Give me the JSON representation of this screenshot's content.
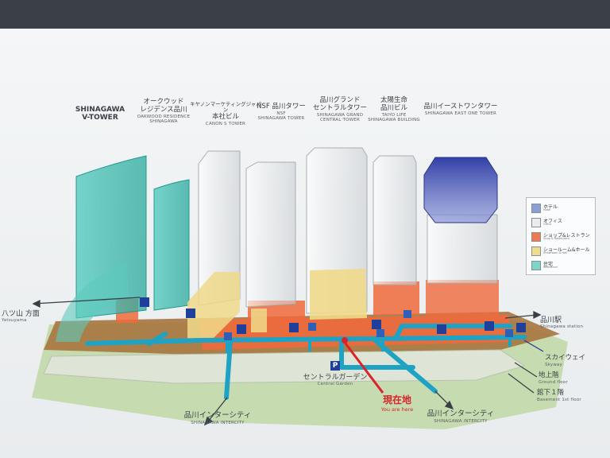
{
  "buildings": {
    "v_tower": {
      "line1": "SHINAGAWA",
      "line2": "V-TOWER"
    },
    "oakwood": {
      "jp1": "オークウッド",
      "jp2": "レジデンス品川",
      "en": "OAKWOOD RESIDENCE SHINAGAWA"
    },
    "canon": {
      "jp1": "キヤノンマーケティングジャパン",
      "jp2": "本社ビル",
      "en": "CANON S TOWER"
    },
    "nsf": {
      "jp": "NSF 品川タワー",
      "en1": "NSF",
      "en2": "SHINAGAWA TOWER"
    },
    "grand_central": {
      "jp1": "品川グランド",
      "jp2": "セントラルタワー",
      "en1": "SHINAGAWA GRAND",
      "en2": "CENTRAL TOWER"
    },
    "taiyo_life": {
      "jp1": "太陽生命",
      "jp2": "品川ビル",
      "en1": "TAIYO LIFE",
      "en2": "SHINAGAWA BUILDING"
    },
    "east_one": {
      "jp": "品川イーストワンタワー",
      "en": "SHINAGAWA EAST ONE TOWER"
    }
  },
  "legend": {
    "items": [
      {
        "jp": "ホテル",
        "en": "Hotel",
        "color": "#8a9fd6"
      },
      {
        "jp": "オフィス",
        "en": "Office",
        "color": "#ececec"
      },
      {
        "jp": "ショップ&レストラン",
        "en": "Shop & Restaurant",
        "color": "#ee7a50"
      },
      {
        "jp": "ショールーム&ホール",
        "en": "Showroom & Hall",
        "color": "#efdc8e"
      },
      {
        "jp": "住宅",
        "en": "Residence",
        "color": "#7fd4ca"
      }
    ]
  },
  "directions": {
    "yatsuyama": {
      "jp": "八ツ山 方面",
      "en": "Yatsuyama"
    },
    "shinagawa_station": {
      "jp": "品川駅",
      "en": "Shinagawa station"
    },
    "skyway": {
      "jp": "スカイウェイ",
      "en": "Skyway"
    },
    "ground_floor": {
      "jp": "地上階",
      "en": "Ground floor"
    },
    "basement": {
      "jp": "館下１階",
      "en": "Basement 1st floor"
    },
    "intercity_left": {
      "jp": "品川インターシティ",
      "en": "SHINAGAWA INTERCITY"
    },
    "intercity_right": {
      "jp": "品川インターシティ",
      "en": "SHINAGAWA INTERCITY"
    },
    "central_garden": {
      "jp": "セントラルガーデン",
      "en": "Central Garden"
    },
    "parking": "P"
  },
  "here": {
    "jp": "現在地",
    "en": "You are here"
  },
  "colors": {
    "walkway": "#1fa3c4",
    "here": "#d9232b",
    "shop": "#ee6a3c",
    "showroom": "#efd98a",
    "hotel": "#3d49b0",
    "residence": "#5ec9bd"
  }
}
